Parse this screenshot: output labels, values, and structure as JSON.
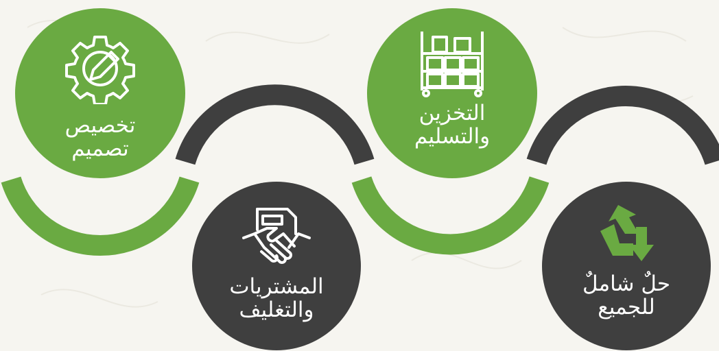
{
  "colors": {
    "green": "#6aaa42",
    "dark": "#3f3f3f",
    "background": "#f6f5f0",
    "text": "#ffffff"
  },
  "steps": [
    {
      "icon": "gear-pencil-icon",
      "line1": "تخصيص",
      "line2": "تصميم"
    },
    {
      "icon": "warehouse-shelves-icon",
      "line1": "التخزين",
      "line2": "والتسليم"
    },
    {
      "icon": "handshake-document-icon",
      "line1": "المشتريات",
      "line2": "والتغليف"
    },
    {
      "icon": "recycle-arrows-icon",
      "line1": "حلٌ شاملٌ",
      "line2": "للجميع"
    }
  ]
}
